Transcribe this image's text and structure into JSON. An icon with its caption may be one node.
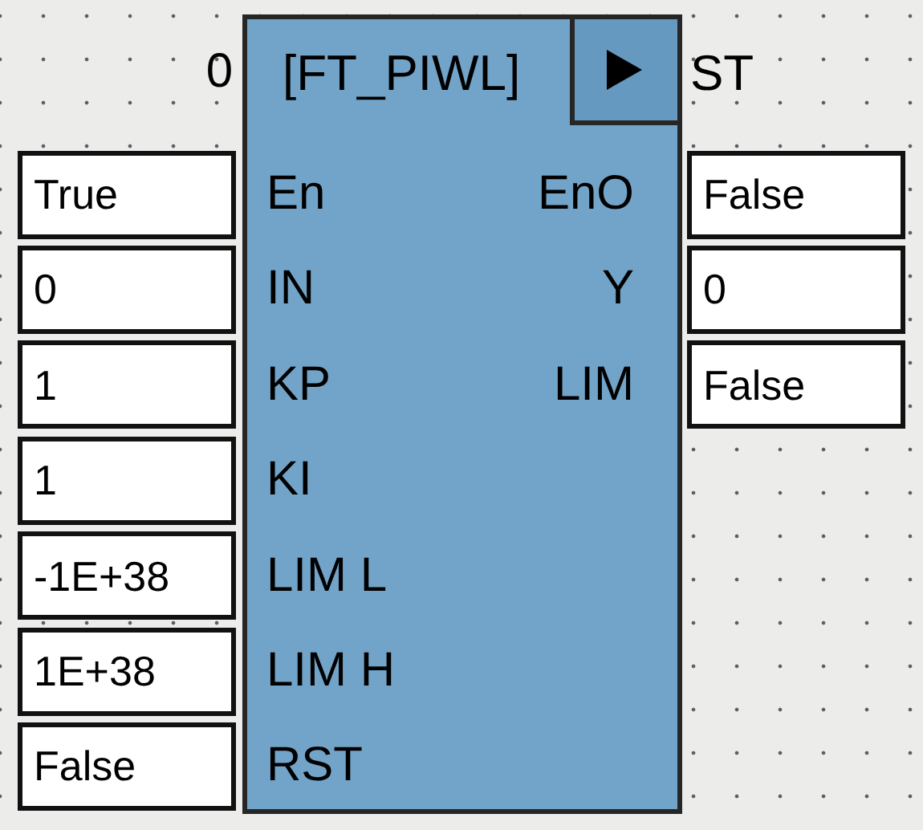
{
  "diagram": {
    "nodes": [
      {
        "text": [
          "[FT_PIWL]",
          "En",
          "EnO",
          "IN",
          "Y",
          "KP",
          "LIM",
          "KI",
          "LIM L",
          "LIM H",
          "RST"
        ],
        "beside": [
          "0"
        ]
      },
      {
        "text": [],
        "shape": "box",
        "in": 0,
        "beside": [
          "ST"
        ]
      },
      {
        "text": [
          "True"
        ]
      },
      {
        "text": [
          "0"
        ]
      },
      {
        "text": [
          "1"
        ]
      },
      {
        "text": [
          "1"
        ]
      },
      {
        "text": [
          "-1E+38"
        ]
      },
      {
        "text": [
          "1E+38"
        ]
      },
      {
        "text": [
          "False"
        ]
      },
      {
        "text": [
          "False"
        ]
      },
      {
        "text": [
          "0"
        ]
      },
      {
        "text": [
          "False"
        ]
      }
    ]
  }
}
